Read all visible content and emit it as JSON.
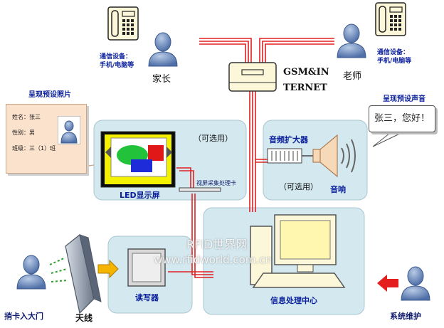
{
  "watermark": {
    "line1": "RFID世界网",
    "line2": "www.rfidworld.com.cn"
  },
  "top": {
    "left_device_caption": "通信设备：",
    "left_device_caption2": "手机/电脑等",
    "right_device_caption": "通信设备：",
    "right_device_caption2": "手机/电脑等",
    "parent_label": "家长",
    "teacher_label": "老师",
    "gsm_line1": "GSM&IN",
    "gsm_line2": "TERNET"
  },
  "photo_card": {
    "title": "呈现预设照片",
    "name_row": "姓名：张三",
    "gender_row": "性别：男",
    "class_row": "班级：三（1）班"
  },
  "sound": {
    "title": "呈现预设声音",
    "bubble_text": "张三，您好！"
  },
  "led_panel": {
    "optional_label": "（可选用）",
    "display_label": "LED显示屏",
    "card_label": "视屏采集处理卡"
  },
  "audio_panel": {
    "amp_label": "音频扩大器",
    "optional_label": "（可选用）",
    "speaker_label": "音响"
  },
  "bottom": {
    "reader_label": "读写器",
    "center_label": "信息处理中心",
    "antenna_label": "天线",
    "gate_label": "捎卡入大门",
    "maintenance_label": "系统维护"
  }
}
